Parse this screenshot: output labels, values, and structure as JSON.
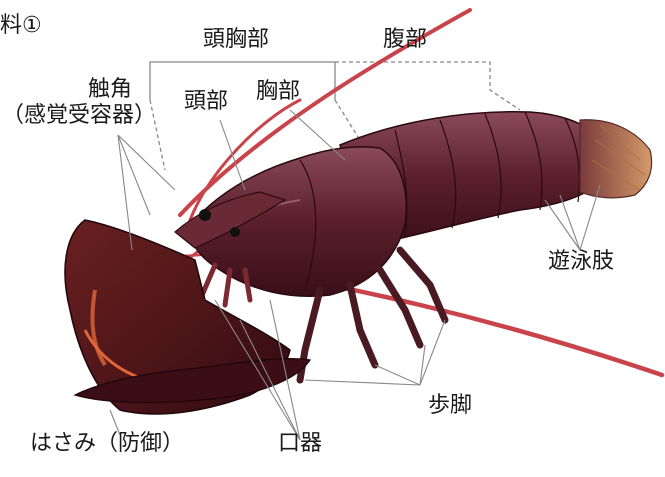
{
  "diagram": {
    "corner_label": "料①",
    "labels": {
      "cephalothorax": "頭胸部",
      "abdomen": "腹部",
      "antenna": "触角",
      "antenna_note": "（感覚受容器）",
      "head": "頭部",
      "thorax": "胸部",
      "swimmerets": "遊泳肢",
      "claw": "はさみ（防御）",
      "mouthparts": "口器",
      "walking_legs": "歩脚"
    },
    "colors": {
      "body": "#5a1f2a",
      "body_dark": "#3a0f18",
      "body_light": "#8a3d4a",
      "antenna": "#c8434a",
      "claw_accent": "#e0663a",
      "tail_fan": "#c98a5a",
      "leader_line": "#888888",
      "text": "#1a1a1a"
    }
  }
}
